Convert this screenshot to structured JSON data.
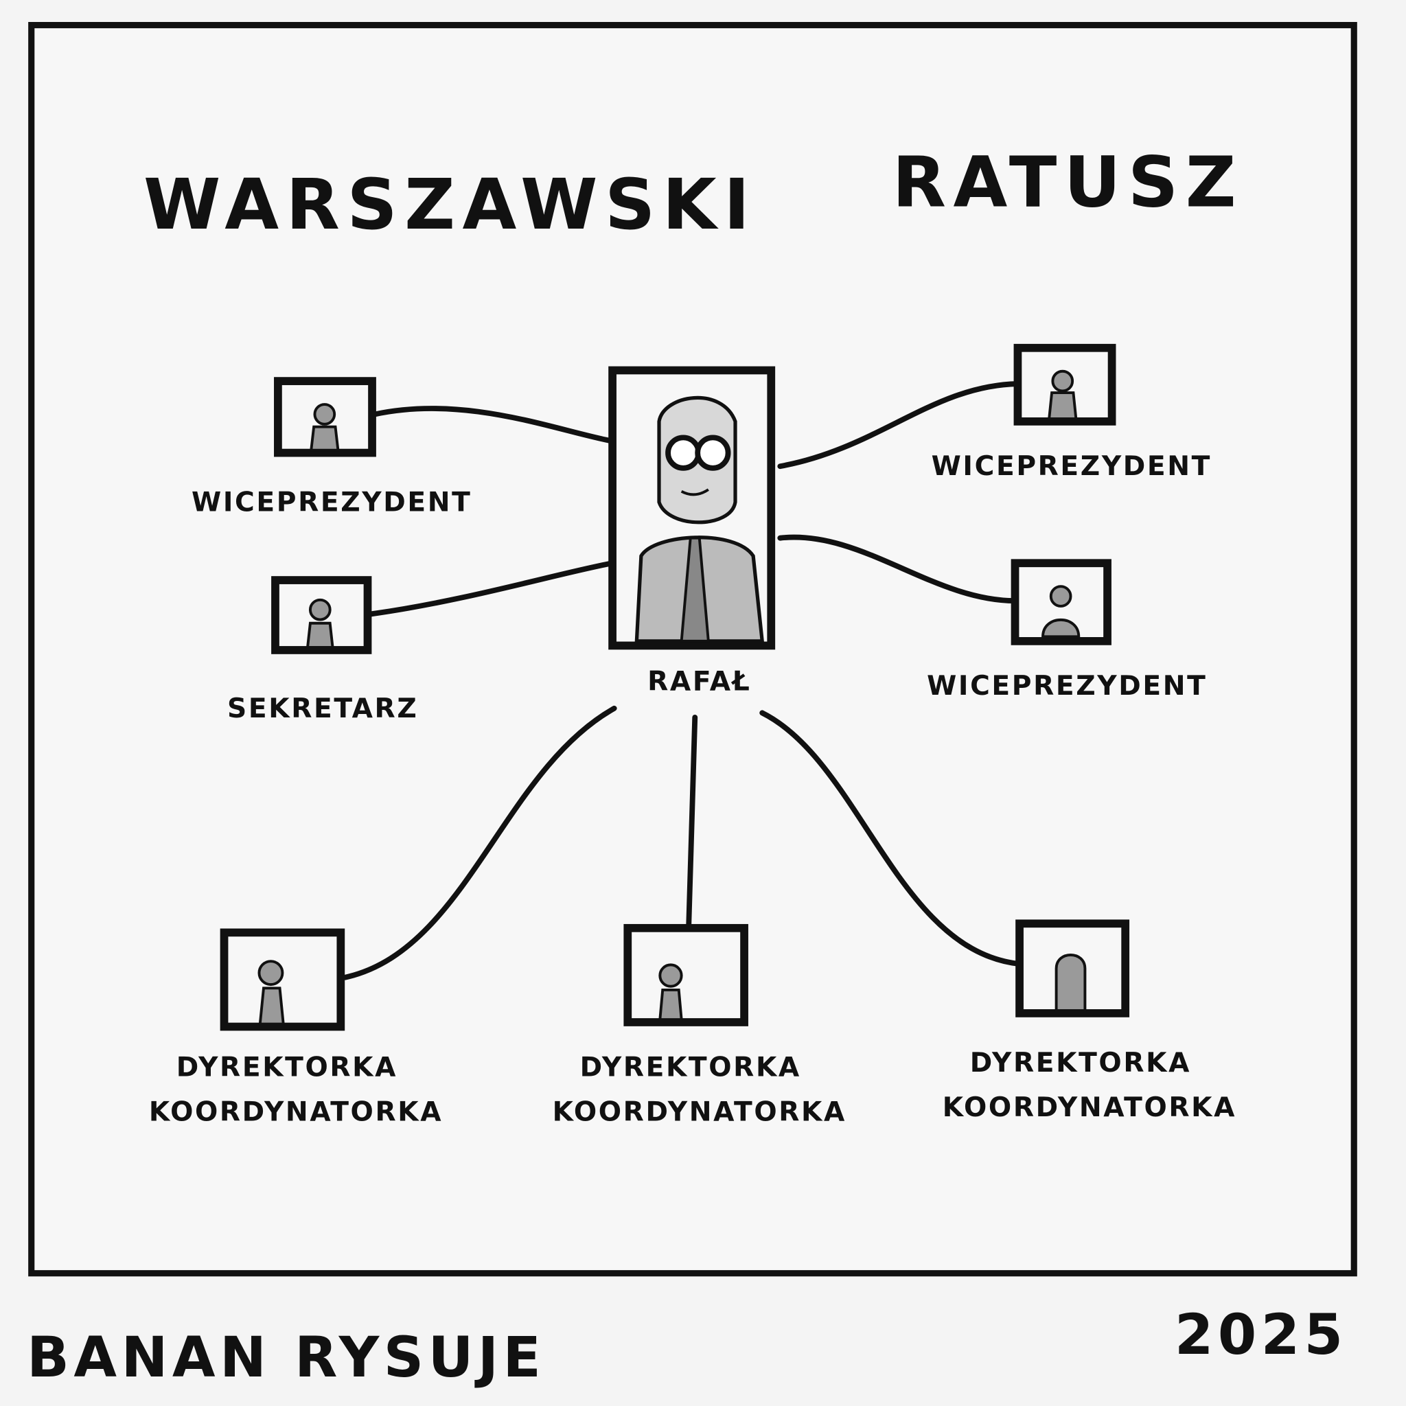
{
  "title": {
    "word1": "WARSZAWSKI",
    "word2": "RATUSZ"
  },
  "center": {
    "name": "RAFAŁ"
  },
  "nodes": {
    "vp_left": "WICEPREZYDENT",
    "secretary": "SEKRETARZ",
    "vp_right_top": "WICEPREZYDENT",
    "vp_right_bottom": "WICEPREZYDENT",
    "director_1": {
      "line1": "DYREKTORKA",
      "line2": "KOORDYNATORKA"
    },
    "director_2": {
      "line1": "DYREKTORKA",
      "line2": "KOORDYNATORKA"
    },
    "director_3": {
      "line1": "DYREKTORKA",
      "line2": "KOORDYNATORKA"
    }
  },
  "footer": {
    "author": "BANAN RYSUJE",
    "year": "2025"
  }
}
